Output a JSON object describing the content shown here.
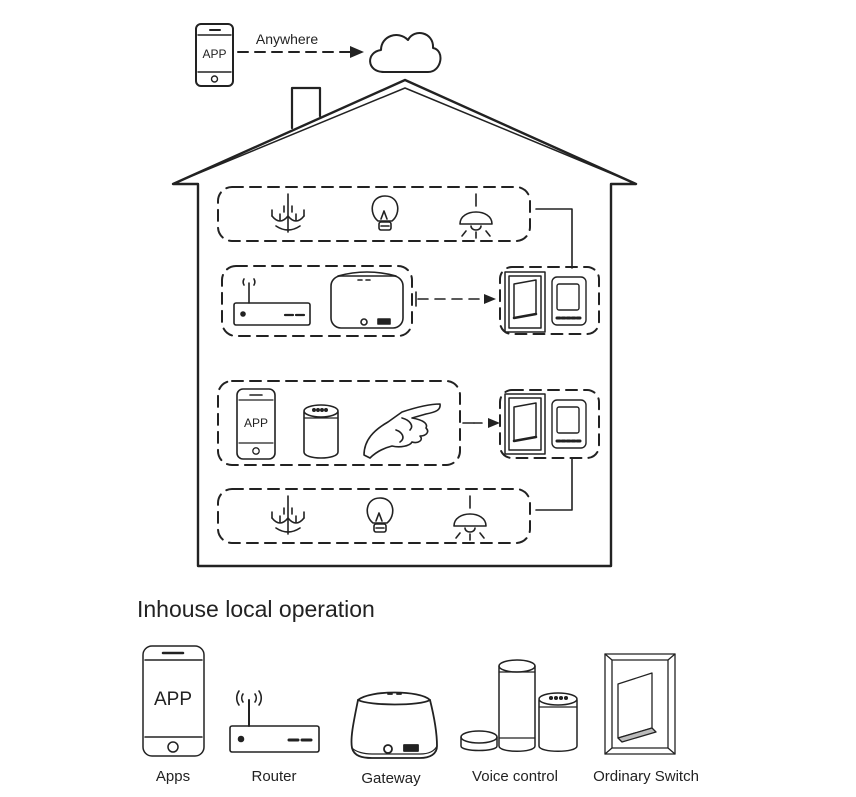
{
  "top": {
    "phone_label": "APP",
    "anywhere_label": "Anywhere"
  },
  "house": {
    "phone_label": "APP"
  },
  "section_title": "Inhouse local operation",
  "legend": [
    {
      "label": "Apps",
      "icon": "phone-icon",
      "screen_label": "APP"
    },
    {
      "label": "Router",
      "icon": "router-icon"
    },
    {
      "label": "Gateway",
      "icon": "gateway-icon"
    },
    {
      "label": "Voice control",
      "icon": "smart-speaker-icon"
    },
    {
      "label": "Ordinary Switch",
      "icon": "wall-switch-icon"
    }
  ]
}
